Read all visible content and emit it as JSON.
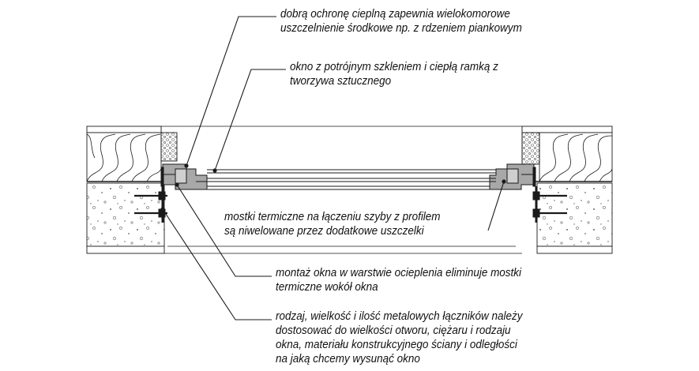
{
  "annotations": {
    "seal": "dobrą ochronę cieplną zapewnia wielokomorowe\nuszczelnienie środkowe np. z rdzeniem piankowym",
    "glazing": "okno z potrójnym szkleniem i ciepłą ramką z\ntworzywa sztucznego",
    "bridges": "mostki termiczne na łączeniu szyby z profilem\nsą niwelowane przez dodatkowe uszczelki",
    "mounting": "montaż okna w warstwie ocieplenia eliminuje mostki\ntermiczne wokół okna",
    "anchors": "rodzaj, wielkość i ilość metalowych łączników należy\ndostosować do wielkości otworu, ciężaru i rodzaju\nokna, materiału konstrukcyjnego ściany i odległości\nna jaką chcemy wysunąć okno"
  },
  "colors": {
    "line": "#1a1a1a",
    "frame": "#a8a8a8",
    "glass": "#ffffff",
    "concrete_dot": "#777777"
  }
}
